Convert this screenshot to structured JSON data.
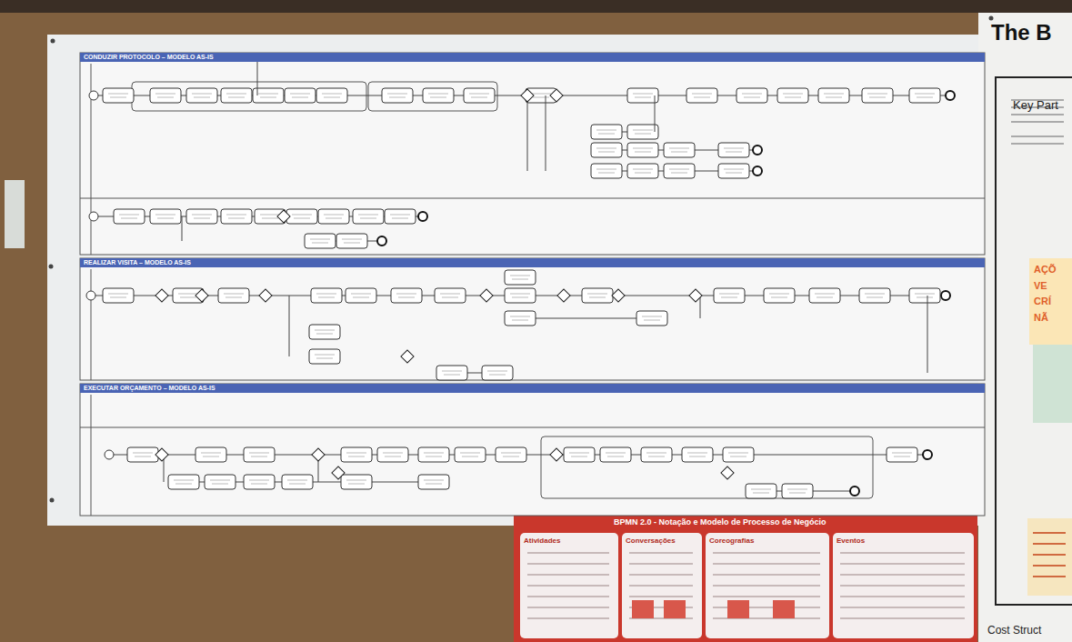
{
  "diagram": {
    "nodes": [
      {
        "text": [
          "CONDUZIR PROTOCOLO – MODELO AS-IS"
        ]
      },
      {
        "text": [
          "REALIZAR VISITA – MODELO AS-IS"
        ]
      },
      {
        "text": [
          "EXECUTAR ORÇAMENTO – MODELO AS-IS"
        ]
      },
      {
        "text": [
          "BPMN 2.0 - Notação e Modelo de Processo de Negócio"
        ]
      },
      {
        "text": [
          "Atividades"
        ],
        "in": 3
      },
      {
        "text": [
          "Conversações"
        ],
        "in": 3
      },
      {
        "text": [
          "Coreografias"
        ],
        "in": 3
      },
      {
        "text": [
          "Eventos"
        ],
        "in": 3
      },
      {
        "text": [
          "The B"
        ]
      },
      {
        "text": [
          "Key Part"
        ],
        "in": 8
      },
      {
        "text": [
          "Cost Struct"
        ],
        "in": 8
      },
      {
        "text": [
          "AÇÕ VE CRÍ NÃ"
        ],
        "in": 8
      }
    ]
  }
}
